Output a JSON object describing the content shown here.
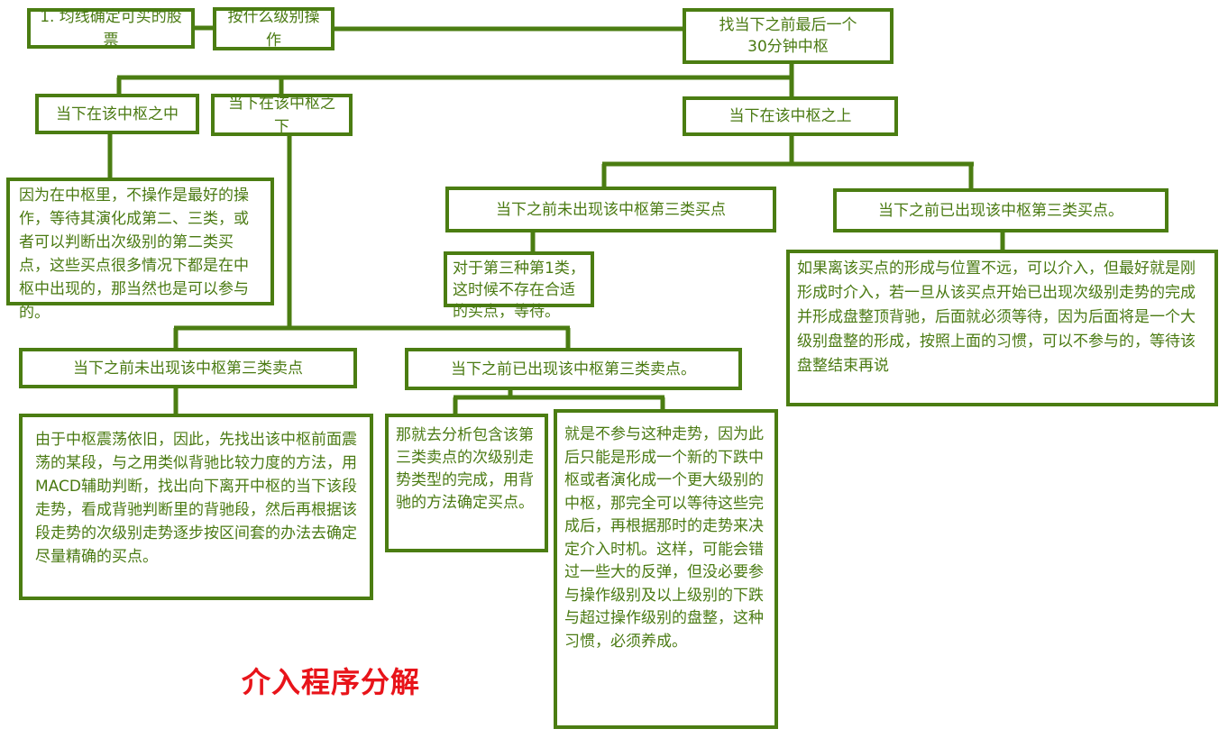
{
  "colors": {
    "border": "#4b7d12",
    "text": "#4a7a12",
    "title": "#e8141a"
  },
  "title": "介入程序分解",
  "nodes": {
    "step1": "1. 均线确定可买的股票",
    "level": "按什么级别操作",
    "find_center": "找当下之前最后一个\n30分钟中枢",
    "in_center": "当下在该中枢之中",
    "below_center": "当下在该中枢之下",
    "above_center": "当下在该中枢之上",
    "in_center_note": "因为在中枢里，不操作是最好的操作，等待其演化成第二、三类，或者可以判断出次级别的第二类买点，这些买点很多情况下都是在中枢中出现的，那当然也是可以参与的。",
    "above_no_buy3": "当下之前未出现该中枢第三类买点",
    "above_no_buy3_note": "对于第三种第1类，这时候不存在合适的买点，等待。",
    "above_has_buy3": "当下之前已出现该中枢第三类买点。",
    "above_has_buy3_note": "如果离该买点的形成与位置不远，可以介入，但最好就是刚形成时介入，若一旦从该买点开始已出现次级别走势的完成并形成盘整顶背驰，后面就必须等待，因为后面将是一个大级别盘整的形成，按照上面的习惯，可以不参与的，等待该盘整结束再说",
    "below_no_sell3": "当下之前未出现该中枢第三类卖点",
    "below_no_sell3_note": "由于中枢震荡依旧，因此，先找出该中枢前面震荡的某段，与之用类似背驰比较力度的方法，用MACD辅助判断，找出向下离开中枢的当下该段走势，看成背驰判断里的背驰段，然后再根据该段走势的次级别走势逐步按区间套的办法去确定尽量精确的买点。",
    "below_has_sell3": "当下之前已出现该中枢第三类卖点。",
    "below_has_sell3_note_a": "那就去分析包含该第三类卖点的次级别走势类型的完成，用背驰的方法确定买点。",
    "below_has_sell3_note_b": "就是不参与这种走势，因为此后只能是形成一个新的下跌中枢或者演化成一个更大级别的中枢，那完全可以等待这些完成后，再根据那时的走势来决定介入时机。这样，可能会错过一些大的反弹，但没必要参与操作级别及以上级别的下跌与超过操作级别的盘整，这种习惯，必须养成。"
  }
}
